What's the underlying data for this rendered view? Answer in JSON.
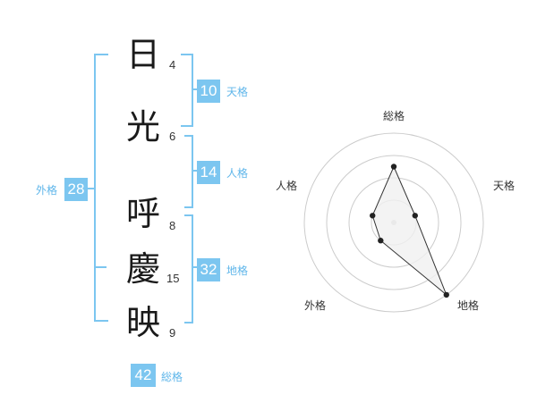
{
  "characters": [
    {
      "char": "日",
      "strokes": "4"
    },
    {
      "char": "光",
      "strokes": "6"
    },
    {
      "char": "呼",
      "strokes": "8"
    },
    {
      "char": "慶",
      "strokes": "15"
    },
    {
      "char": "映",
      "strokes": "9"
    }
  ],
  "kaku": {
    "tenkaku": {
      "label": "天格",
      "value": "10"
    },
    "jinkaku": {
      "label": "人格",
      "value": "14"
    },
    "chikaku": {
      "label": "地格",
      "value": "32"
    },
    "gaikaku": {
      "label": "外格",
      "value": "28"
    },
    "soukaku": {
      "label": "総格",
      "value": "42"
    }
  },
  "radar": {
    "axes": [
      "総格",
      "天格",
      "地格",
      "外格",
      "人格"
    ],
    "levels": 4,
    "values": [
      2.5,
      1,
      4,
      1,
      1
    ],
    "colors": {
      "ring": "#cccccc",
      "fill": "#f0f0f0",
      "line": "#333333",
      "point": "#222222",
      "center": "#cccccc"
    }
  }
}
